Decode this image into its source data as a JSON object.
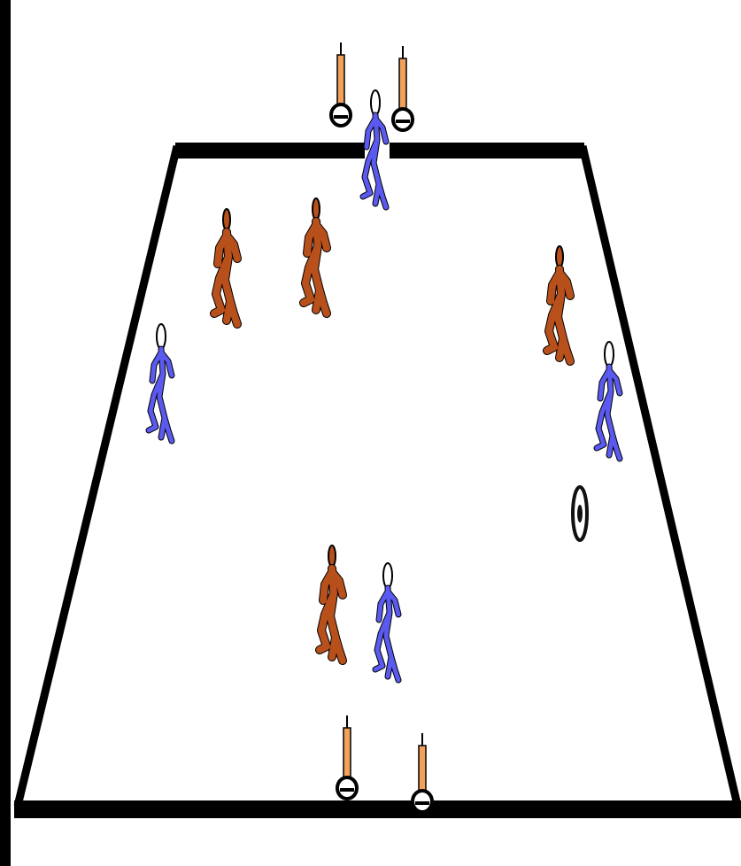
{
  "colors": {
    "background": "#000000",
    "pitch": "#ffffff",
    "line": "#000000",
    "team_a": "#b8501c",
    "team_b": "#5a5af0",
    "cone_pole": "#f2a15a",
    "ball": "#111111"
  },
  "pitch": {
    "goals": [
      "top-goal",
      "bottom-goal"
    ]
  },
  "players": [
    {
      "team": "team_a",
      "name": "attacker-1"
    },
    {
      "team": "team_a",
      "name": "attacker-2"
    },
    {
      "team": "team_a",
      "name": "attacker-3"
    },
    {
      "team": "team_a",
      "name": "attacker-4"
    },
    {
      "team": "team_b",
      "name": "defender-1"
    },
    {
      "team": "team_b",
      "name": "defender-2"
    },
    {
      "team": "team_b",
      "name": "defender-3"
    },
    {
      "team": "team_b",
      "name": "defender-4"
    }
  ],
  "equipment": {
    "goal_poles": 4,
    "balls": 1
  }
}
